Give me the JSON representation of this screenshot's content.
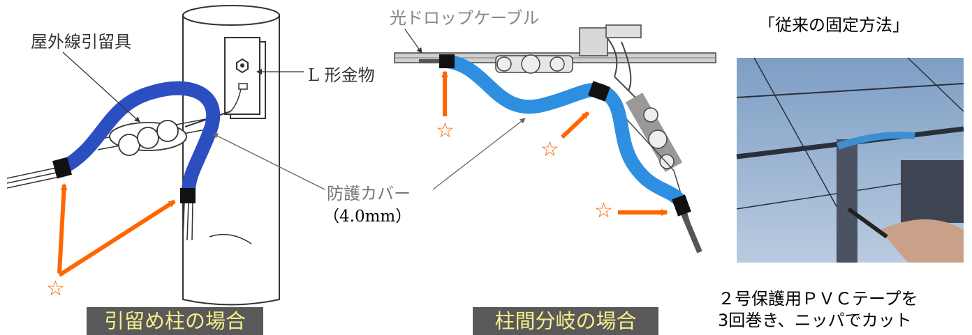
{
  "labels": {
    "outdoor_clamp": "屋外線引留具",
    "l_bracket": "L 形金物",
    "drop_cable": "光ドロップケーブル",
    "protect_cover": "防護カバー",
    "cover_size": "（4.0mm）"
  },
  "captions": {
    "dead_end_pole": "引留め柱の場合",
    "mid_span_branch": "柱間分岐の場合"
  },
  "heading": "「従来の固定方法」",
  "note": {
    "line1": "２号保護用ＰＶＣテープを",
    "line2": "3回巻き、ニッパでカット"
  },
  "star_symbol": "☆",
  "colors": {
    "cover": "#2b4fc0",
    "cover_right": "#2e8fe0",
    "arrow": "#ff6600",
    "caption_bg": "#595959",
    "caption_text": "#f5f08a"
  }
}
